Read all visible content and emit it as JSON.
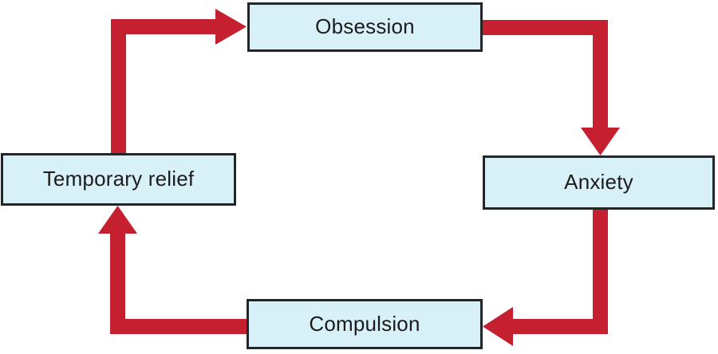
{
  "diagram": {
    "type": "cycle",
    "nodes": {
      "obsession": {
        "label": "Obsession"
      },
      "anxiety": {
        "label": "Anxiety"
      },
      "compulsion": {
        "label": "Compulsion"
      },
      "temporary_relief": {
        "label": "Temporary relief"
      }
    },
    "cycle_order": [
      "Obsession",
      "Anxiety",
      "Compulsion",
      "Temporary relief"
    ],
    "edges": [
      {
        "from": "Temporary relief",
        "to": "Obsession"
      },
      {
        "from": "Obsession",
        "to": "Anxiety"
      },
      {
        "from": "Anxiety",
        "to": "Compulsion"
      },
      {
        "from": "Compulsion",
        "to": "Temporary relief"
      }
    ]
  },
  "colors": {
    "arrow": "#c5202f",
    "node_fill": "#d8f0f8",
    "node_border": "#232527",
    "text": "#1c1c1c",
    "background": "#ffffff"
  }
}
